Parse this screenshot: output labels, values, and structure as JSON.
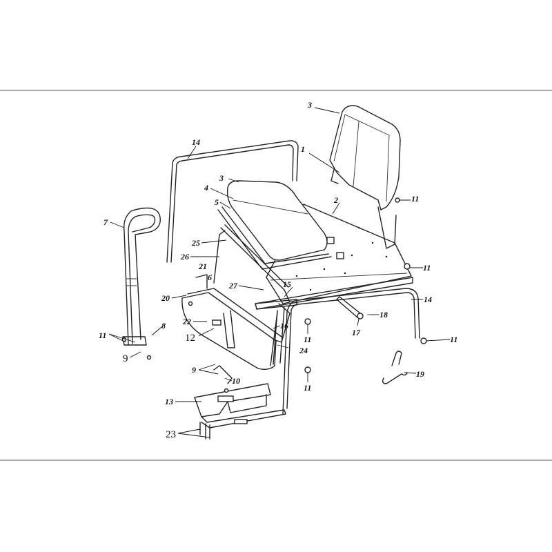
{
  "diagram": {
    "callouts": {
      "c1": "1",
      "c2": "2",
      "c3a": "3",
      "c3b": "3",
      "c4": "4",
      "c5": "5",
      "c6": "6",
      "c7": "7",
      "c8": "8",
      "c9a": "9",
      "c9b": "9",
      "c10": "10",
      "c11a": "11",
      "c11b": "11",
      "c11c": "11",
      "c11d": "11",
      "c11e": "11",
      "c11f": "11",
      "c12": "12",
      "c13": "13",
      "c14a": "14",
      "c14b": "14",
      "c15": "15",
      "c16": "16",
      "c17": "17",
      "c18": "18",
      "c19": "19",
      "c20": "20",
      "c21": "21",
      "c22": "22",
      "c23": "23",
      "c24": "24",
      "c25": "25",
      "c26": "26",
      "c27": "27"
    }
  }
}
